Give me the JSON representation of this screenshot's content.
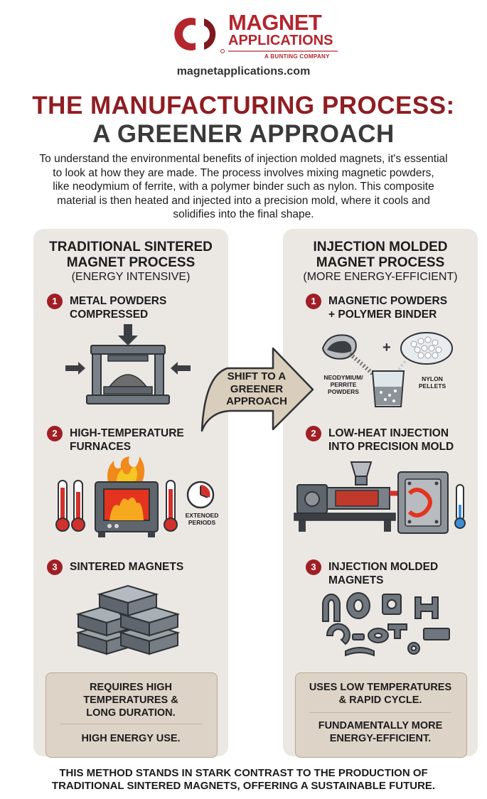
{
  "header": {
    "brand_line1": "MAGNET",
    "brand_line2": "APPLICATIONS",
    "brand_tagline": "A BUNTING COMPANY",
    "website": "magnetapplications.com",
    "brand_color": "#b3262e"
  },
  "title": {
    "line1": "THE MANUFACTURING PROCESS:",
    "line2": "A GREENER APPROACH",
    "line1_color": "#8f1d22",
    "line2_color": "#3a3a3a"
  },
  "intro": {
    "line1": "To understand the environmental benefits of injection molded magnets, it's essential",
    "line2": "to look at how they are made. The process involves mixing magnetic powders,",
    "line3": "like neodymium of ferrite, with a polymer binder such as nylon. This composite",
    "line4": "material is then heated and injected into a precision mold, where it cools and",
    "line5": "solidifies into the final shape."
  },
  "traditional": {
    "title_line1": "TRADITIONAL SINTERED",
    "title_line2": "MAGNET PROCESS",
    "subtitle": "(ENERGY INTENSIVE)",
    "step1": {
      "number": "1",
      "line1": "METAL POWDERS",
      "line2": "COMPRESSED",
      "icon": "hydraulic-press-icon"
    },
    "step2": {
      "number": "2",
      "line1": "HIGH-TEMPERATURE",
      "line2": "FURNACES",
      "icon": "furnace-icon",
      "label_line1": "EXTENOED",
      "label_line2": "PERIODS"
    },
    "step3": {
      "number": "3",
      "line1": "SINTERED MAGNETS",
      "icon": "magnet-blocks-icon"
    },
    "note": {
      "line1": "REQUIRES HIGH",
      "line2": "TEMPERATURES &",
      "line3": "LONG DURATION.",
      "line4": "HIGH ENERGY USE."
    }
  },
  "arrow": {
    "line1": "SHIFT TO A",
    "line2": "GREENER",
    "line3": "APPROACH"
  },
  "injection": {
    "title_line1": "INJECTION MOLDED",
    "title_line2": "MAGNET PROCESS",
    "subtitle": "(MORE ENERGY-EFFICIENT)",
    "step1": {
      "number": "1",
      "line1": "MAGNETIC POWDERS",
      "line2": "+ POLYMER BINDER",
      "icon": "mixing-beaker-icon",
      "label_a_line1": "NEODYMIUM/",
      "label_a_line2": "PERRITE",
      "label_a_line3": "POWDERS",
      "label_b_line1": "NYLON",
      "label_b_line2": "PELLETS",
      "plus": "+"
    },
    "step2": {
      "number": "2",
      "line1": "LOW-HEAT INJECTION",
      "line2": "INTO PRECISION MOLD",
      "icon": "injection-machine-icon"
    },
    "step3": {
      "number": "3",
      "line1": "INJECTION MOLDED",
      "line2": "MAGNETS",
      "icon": "molded-parts-icon"
    },
    "note": {
      "line1": "USES LOW TEMPERATURES",
      "line2": "& RAPID CYCLE.",
      "line3": "FUNDAMENTALLY MORE",
      "line4": "ENERGY-EFFICIENT."
    }
  },
  "footer": {
    "line1": "THIS METHOD STANDS IN STARK CONTRAST TO THE PRODUCTION OF",
    "line2": "TRADITIONAL SINTERED MAGNETS, OFFERING A SUSTAINABLE FUTURE."
  },
  "colors": {
    "panel_bg": "#ebe8e4",
    "note_bg": "#ddd3c7",
    "step_badge": "#a01e25",
    "arrow_fill": "#d9cdbb"
  }
}
